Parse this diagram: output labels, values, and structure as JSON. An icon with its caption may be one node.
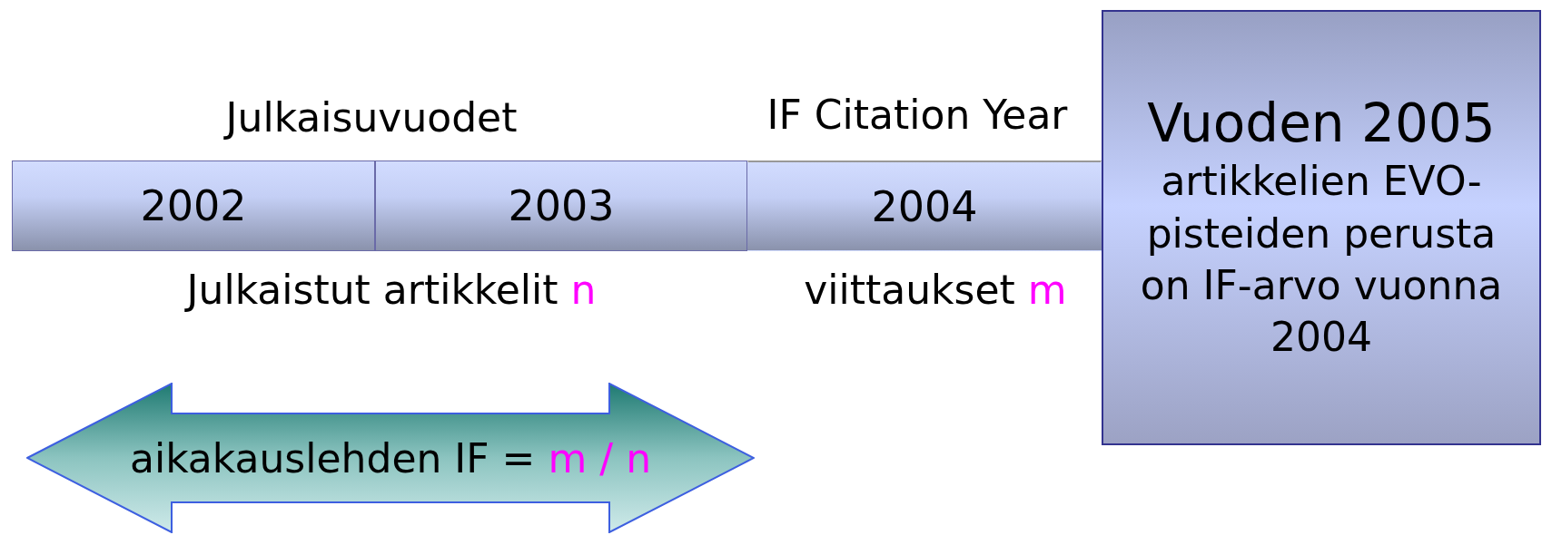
{
  "diagram": {
    "nodes": [
      {
        "text": [
          "2002"
        ]
      },
      {
        "text": [
          "2003"
        ]
      },
      {
        "text": [
          "2004"
        ]
      },
      {
        "text": [
          "Vuoden 2005",
          "artikkelien EVO-pisteiden perusta on IF-arvo vuonna 2004"
        ]
      },
      {
        "text": [
          "aikakauslehden IF =",
          "m / n"
        ]
      }
    ],
    "edges": [],
    "labels": [
      "Julkaisuvuodet",
      "IF Citation Year",
      "Julkaistut artikkelit",
      "n",
      "viittaukset",
      "m"
    ]
  }
}
